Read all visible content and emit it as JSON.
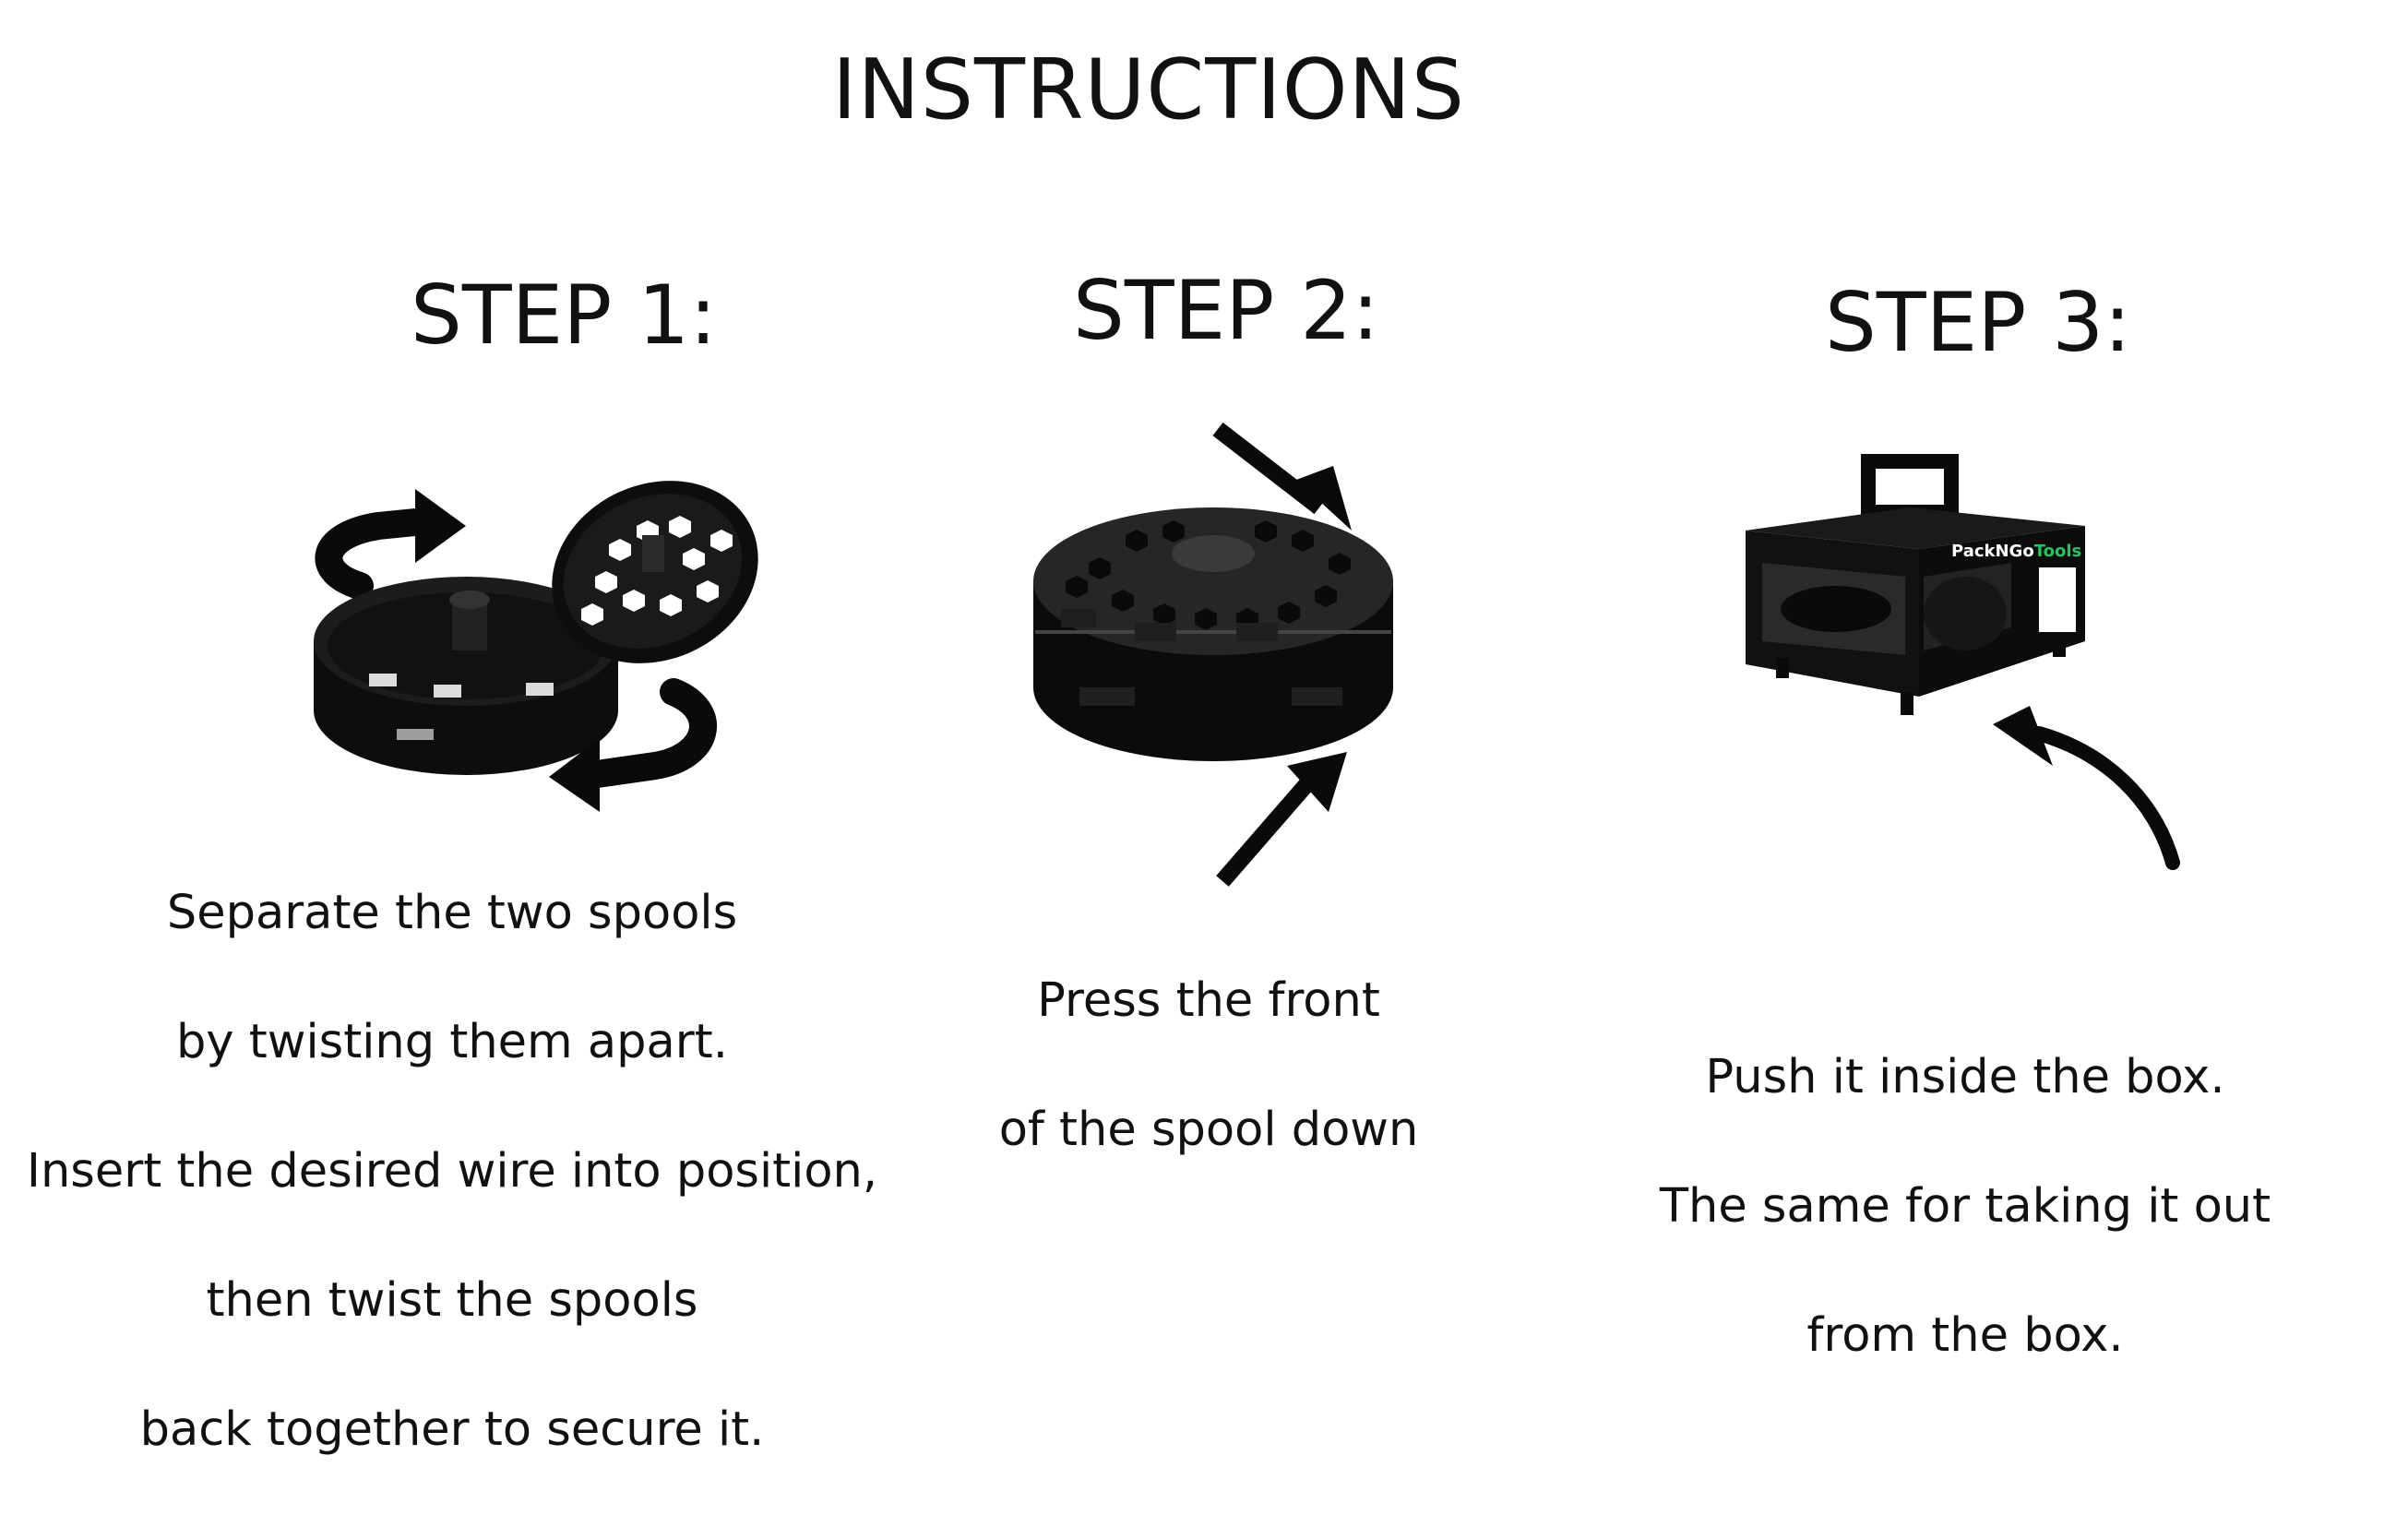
{
  "title": "INSTRUCTIONS",
  "steps": [
    {
      "heading": "STEP 1:",
      "lines": [
        "Separate the two spools",
        "by twisting them apart.",
        "Insert the desired wire into position,",
        "then twist the spools",
        "back together to secure it."
      ]
    },
    {
      "heading": "STEP 2:",
      "lines": [
        "Press the front",
        "of the spool down"
      ]
    },
    {
      "heading": "STEP 3:",
      "lines": [
        "Push it inside the box.",
        "The same for taking it out",
        "from the box."
      ]
    }
  ],
  "brand_label": {
    "part1": "PackNGo",
    "part2": "Tools",
    "accent_color": "#22c55e"
  }
}
